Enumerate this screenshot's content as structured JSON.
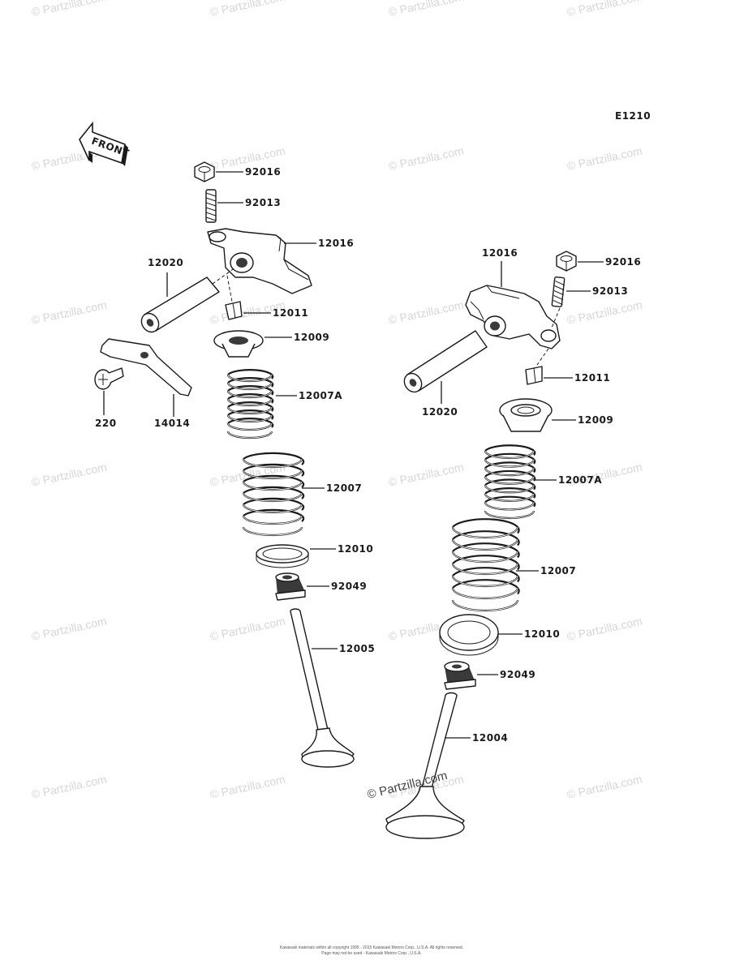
{
  "diagram_code": "E1210",
  "front_arrow_label": "FRONT",
  "watermark_text": "© Partzilla.com",
  "center_watermark": "© Partzilla.com",
  "footer_line1": "Kawasaki materials within all copyright 1995 - 2015 Kawasaki Motors Corp., U.S.A.  All rights reserved.",
  "footer_line2": "Page may not be used - Kawasaki Motors Corp., U.S.A.",
  "left_assembly": {
    "nut": "92016",
    "adjuster": "92013",
    "rocker_arm": "12016",
    "shaft": "12020",
    "collet": "12011",
    "retainer": "12009",
    "inner_spring": "12007A",
    "outer_spring": "12007",
    "seat": "12010",
    "stem_seal": "92049",
    "valve": "12005",
    "screw": "220",
    "plate": "14014"
  },
  "right_assembly": {
    "rocker_arm": "12016",
    "nut": "92016",
    "adjuster": "92013",
    "shaft": "12020",
    "collet": "12011",
    "retainer": "12009",
    "inner_spring": "12007A",
    "outer_spring": "12007",
    "seat": "12010",
    "stem_seal": "92049",
    "valve": "12004"
  }
}
